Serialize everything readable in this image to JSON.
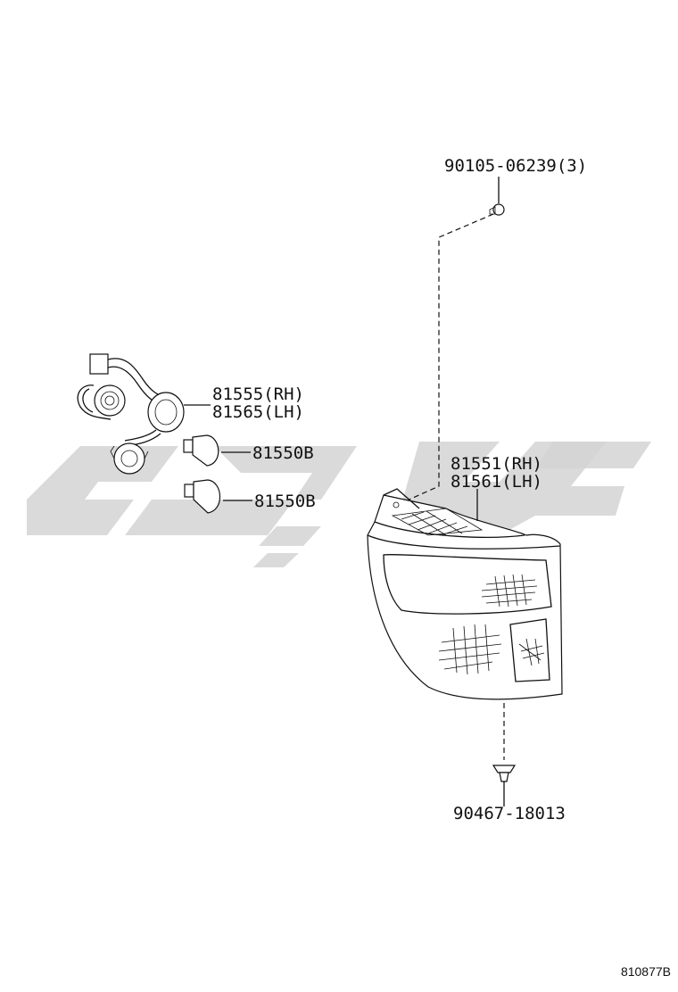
{
  "labels": {
    "screw_top": "90105-06239(3)",
    "socket_rh": "81555(RH)",
    "socket_lh": "81565(LH)",
    "bulb_1": "81550B",
    "bulb_2": "81550B",
    "lamp_rh": "81551(RH)",
    "lamp_lh": "81561(LH)",
    "clip_bottom": "90467-18013"
  },
  "diagram_code": "810877B",
  "colors": {
    "line": "#111111",
    "watermark": "#d3d3d3",
    "background": "#ffffff"
  }
}
